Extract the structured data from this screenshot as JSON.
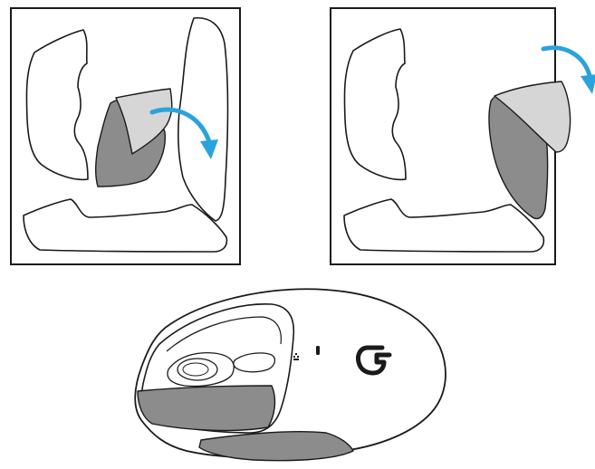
{
  "figure": {
    "panels": [
      {
        "id": "step-1",
        "description_icon": "peel-backing-icon"
      },
      {
        "id": "step-2",
        "description_icon": "peel-backing-icon"
      },
      {
        "id": "result",
        "description_icon": "mouse-with-grips-icon"
      }
    ]
  },
  "colors": {
    "outline": "#1a1a1a",
    "grip_fill": "#8c8c8c",
    "backing_fill": "#d6d6d6",
    "arrow": "#29a3dc",
    "background": "#ffffff"
  }
}
